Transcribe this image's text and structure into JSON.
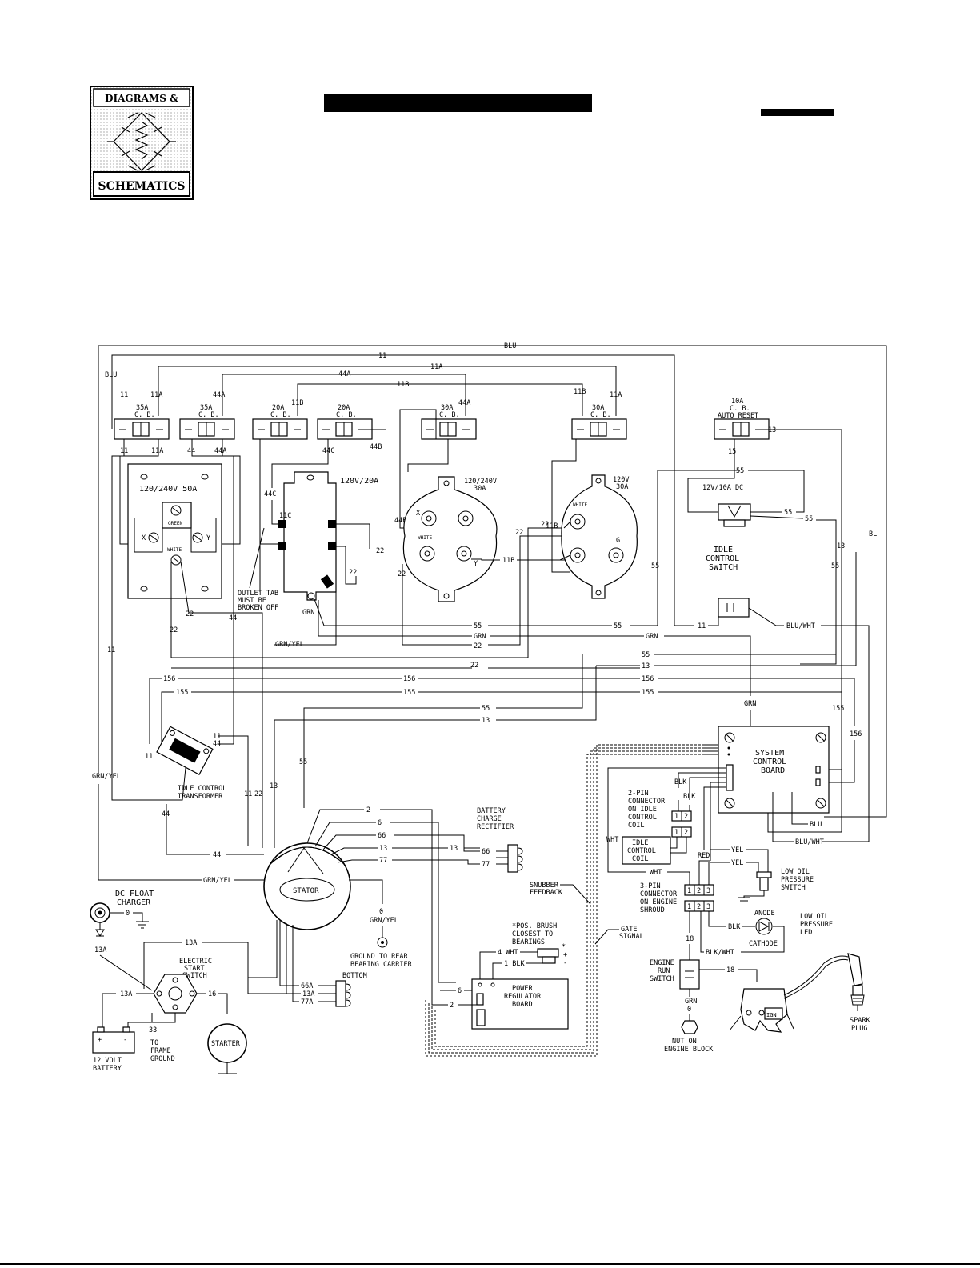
{
  "logo": {
    "top_text": "DIAGRAMS &",
    "bottom_text": "SCHEMATICS"
  },
  "wires": {
    "blu": "BLU",
    "n11": "11",
    "n11a": "11A",
    "n44a": "44A",
    "n11b": "11B",
    "n44": "44",
    "n44b": "44B",
    "n44c": "44C",
    "n11c": "11C",
    "n22": "22",
    "n55": "55",
    "n13": "13",
    "n15": "15",
    "n156": "156",
    "n155": "155",
    "grn": "GRN",
    "grn_yel": "GRN/YEL",
    "blu_wht": "BLU/WHT",
    "bl": "BL",
    "n2": "2",
    "n6": "6",
    "n66": "66",
    "n77": "77",
    "n0": "0",
    "n13a": "13A",
    "n16": "16",
    "n18": "18",
    "n66a": "66A",
    "n77a": "77A",
    "wht": "WHT",
    "blk": "BLK",
    "red": "RED",
    "yel": "YEL",
    "blk_wht": "BLK/WHT",
    "four_wht": "4 WHT",
    "one_blk": "1 BLK",
    "n33": "33",
    "two": "2"
  },
  "breakers": {
    "b1": [
      "35A",
      "C. B."
    ],
    "b2": [
      "35A",
      "C. B."
    ],
    "b3": [
      "20A",
      "C. B."
    ],
    "b4": [
      "20A",
      "C. B."
    ],
    "b5": [
      "30A",
      "C. B."
    ],
    "b6": [
      "30A",
      "C. B."
    ],
    "b7": [
      "10A",
      "C. B.",
      "AUTO RESET"
    ]
  },
  "receptacles": {
    "r50": "120/240V 50A",
    "r50_green": "GREEN",
    "r50_white": "WHITE",
    "r50_x": "X",
    "r50_y": "Y",
    "r20": "120V/20A",
    "r20_note": [
      "OUTLET TAB",
      "MUST BE",
      "BROKEN OFF"
    ],
    "r30a": [
      "120/240V",
      "30A"
    ],
    "r30a_x": "X",
    "r30a_white": "WHITE",
    "r30a_y": "Y",
    "r30b": [
      "120V",
      "30A"
    ],
    "r30b_white": "WHITE",
    "r30b_g": "G",
    "dc12": "12V/10A DC"
  },
  "components": {
    "idle_switch": [
      "IDLE",
      "CONTROL",
      "SWITCH"
    ],
    "idle_transformer": [
      "IDLE CONTROL",
      "TRANSFORMER"
    ],
    "stator": "STATOR",
    "battery_rectifier": [
      "BATTERY",
      "CHARGE",
      "RECTIFIER"
    ],
    "system_board": [
      "SYSTEM",
      "CONTROL",
      "BOARD"
    ],
    "two_pin": [
      "2-PIN",
      "CONNECTOR",
      "ON IDLE",
      "CONTROL",
      "COIL"
    ],
    "idle_coil": [
      "IDLE",
      "CONTROL",
      "COIL"
    ],
    "low_oil_switch": [
      "LOW OIL",
      "PRESSURE",
      "SWITCH"
    ],
    "three_pin": [
      "3-PIN",
      "CONNECTOR",
      "ON ENGINE",
      "SHROUD"
    ],
    "anode": "ANODE",
    "cathode": "CATHODE",
    "low_oil_led": [
      "LOW OIL",
      "PRESSURE",
      "LED"
    ],
    "dc_float": [
      "DC FLOAT",
      "CHARGER"
    ],
    "ground_rear": [
      "GROUND TO REAR",
      "BEARING CARRIER"
    ],
    "electric_start": [
      "ELECTRIC",
      "START",
      "SWITCH"
    ],
    "bottom": "BOTTOM",
    "battery": [
      "12 VOLT",
      "BATTERY"
    ],
    "frame_ground": [
      "TO",
      "FRAME",
      "GROUND"
    ],
    "starter": "STARTER",
    "snubber": [
      "SNUBBER",
      "FEEDBACK"
    ],
    "gate": [
      "GATE",
      "SIGNAL"
    ],
    "brush": [
      "*POS. BRUSH",
      "CLOSEST TO",
      "BEARINGS"
    ],
    "power_reg": [
      "POWER",
      "REGULATOR",
      "BOARD"
    ],
    "engine_run": [
      "ENGINE",
      "RUN",
      "SWITCH"
    ],
    "nut": [
      "NUT ON",
      "ENGINE BLOCK"
    ],
    "ign": "IGN",
    "spark": [
      "SPARK",
      "PLUG"
    ],
    "pin1": "1",
    "pin2": "2",
    "pin3": "3",
    "plus": "+",
    "minus": "-",
    "star": "*"
  }
}
